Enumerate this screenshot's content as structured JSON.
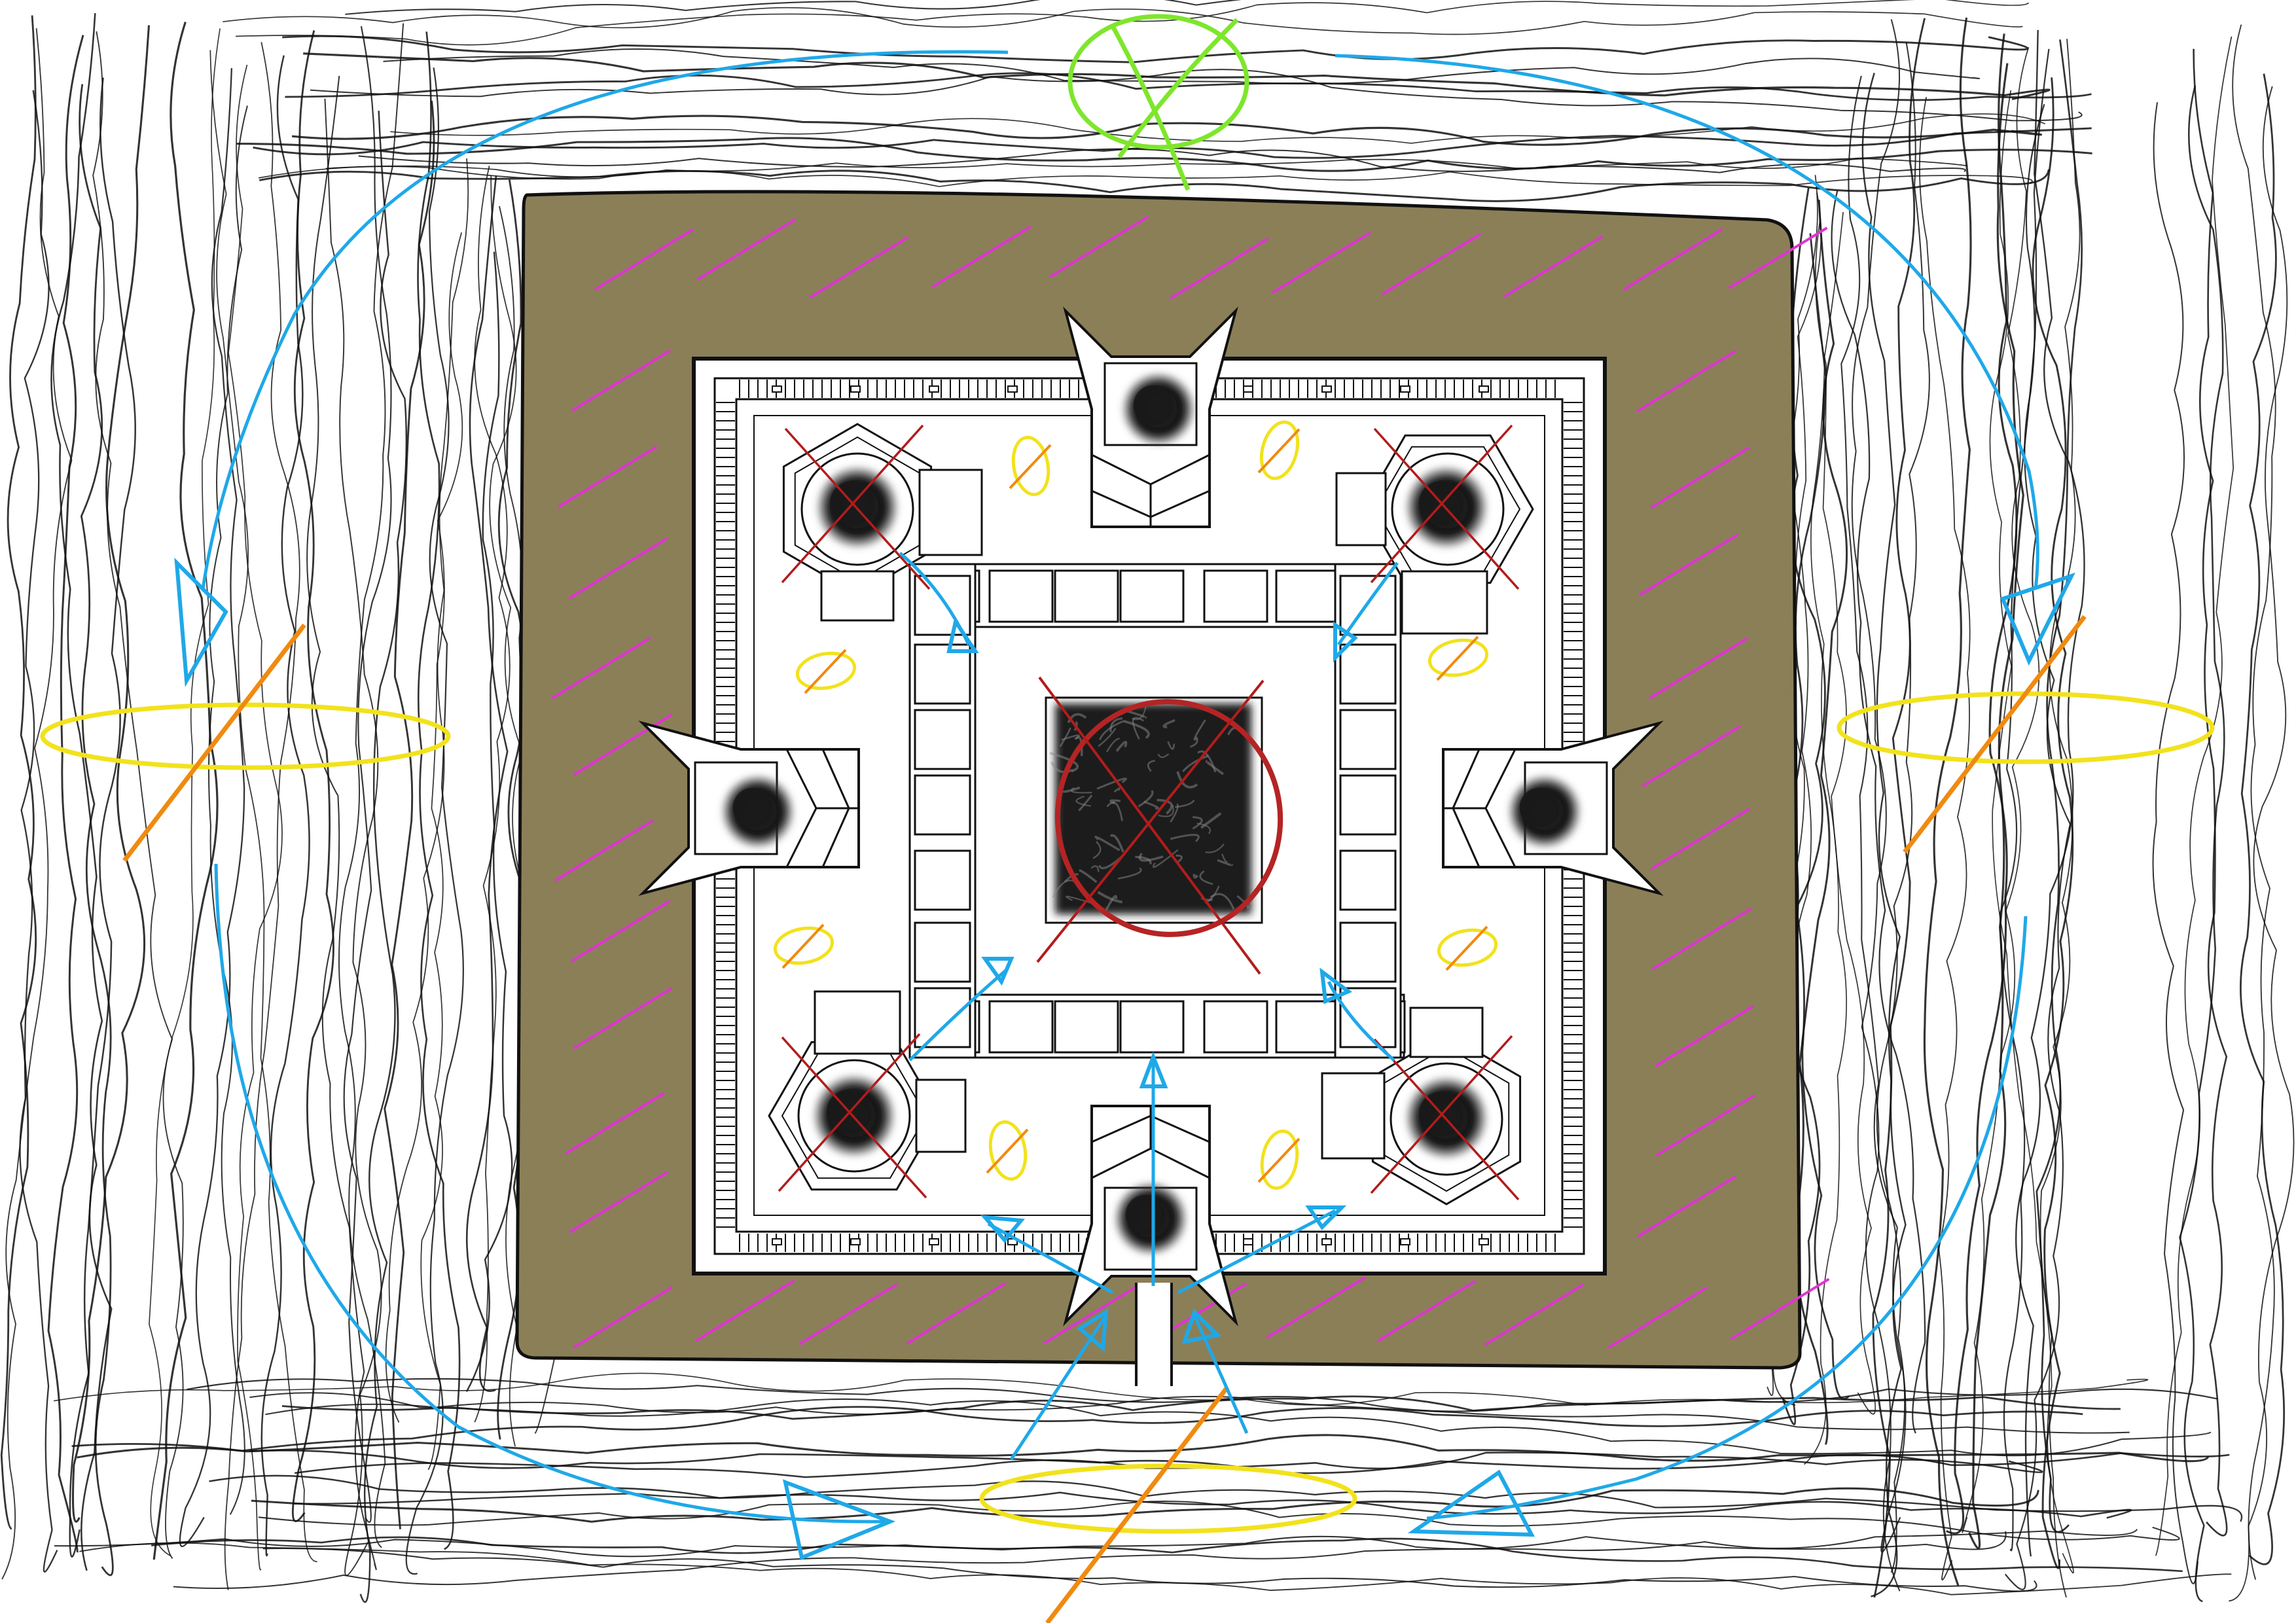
{
  "map": {
    "kind": "hand-drawn fortress level sketch (top-down)",
    "colors": {
      "background": "#ffffff",
      "terrain_strokes": "#111111",
      "moat": "#8b7f58",
      "moat_hatch": "#e033d4",
      "wall_fill": "#ffffff",
      "wall_line": "#111111",
      "dark_orb": "#1a1a1a",
      "red_x": "#b21c1c",
      "red_circle": "#b52424",
      "path_arrow": "#1fa8e8",
      "yellow_ring": "#f2e21d",
      "orange_slash": "#f08a10",
      "goal_marker": "#7ee62c"
    },
    "icons": {
      "goal": "green-circle-x-icon",
      "spawn": "yellow-ring-slash-icon",
      "pickup": "small-yellow-ring-icon",
      "enemy": "dark-orb-icon",
      "disabled_enemy": "red-x-icon",
      "boss": "red-circled-dark-square-icon",
      "route": "blue-arrow-icon"
    },
    "enemy_states": [
      {
        "slot": "courtyard-corner-nw",
        "crossed_out": true
      },
      {
        "slot": "courtyard-corner-ne",
        "crossed_out": true
      },
      {
        "slot": "courtyard-corner-sw",
        "crossed_out": true
      },
      {
        "slot": "courtyard-corner-se",
        "crossed_out": true
      },
      {
        "slot": "gate-tower-n",
        "crossed_out": false
      },
      {
        "slot": "gate-tower-w",
        "crossed_out": false
      },
      {
        "slot": "gate-tower-e",
        "crossed_out": false
      },
      {
        "slot": "gate-tower-s",
        "crossed_out": false
      },
      {
        "slot": "keep-center",
        "crossed_out": true,
        "circled": true
      }
    ],
    "yellow_pickup_count": 8,
    "large_spawn_rings": [
      "west",
      "east",
      "south"
    ]
  }
}
